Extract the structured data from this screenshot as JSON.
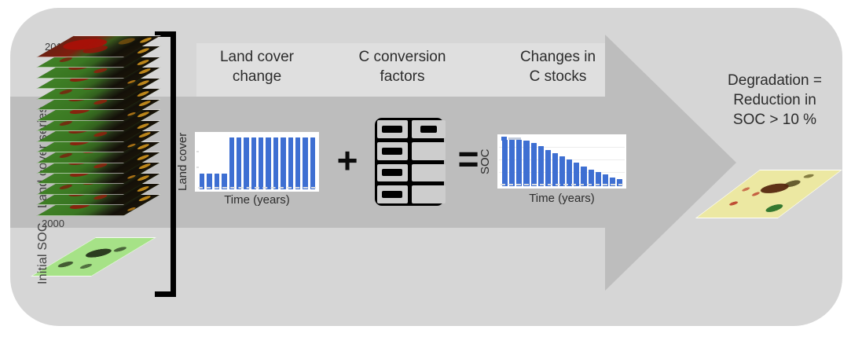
{
  "colors": {
    "page_bg": "#ffffff",
    "panel_bg": "#d6d6d6",
    "titles_backdrop": "#dfdfdf",
    "arrow_gray": "#bdbdbd",
    "bar_blue": "#3e6fd2",
    "text": "#2d2d2d"
  },
  "left_stack": {
    "top_year": "2015",
    "bottom_year": "2000",
    "series_label": "Land cover series",
    "initial_soc_label": "Initial SOC",
    "layer_count": 16
  },
  "pipeline": {
    "step1_lines": [
      "Land cover",
      "change"
    ],
    "step2_lines": [
      "C conversion",
      "factors"
    ],
    "step3_lines": [
      "Changes in",
      "C stocks"
    ],
    "plus": "+",
    "equals": "="
  },
  "result": {
    "lines": [
      "Degradation =",
      "Reduction in",
      "SOC > 10 %"
    ]
  },
  "chart_data": [
    {
      "type": "bar",
      "title": "Land cover change",
      "xlabel": "Time (years)",
      "ylabel": "Land cover",
      "values": [
        31,
        31,
        31,
        31,
        100,
        100,
        100,
        100,
        100,
        100,
        100,
        100,
        100,
        100,
        100,
        100
      ],
      "bar_color": "#3e6fd2",
      "ylim": [
        0,
        105
      ],
      "grid": true,
      "legend": false
    },
    {
      "type": "bar",
      "title": "Changes in C stocks",
      "xlabel": "Time (years)",
      "ylabel": "SOC",
      "values": [
        100,
        100,
        100,
        99,
        93,
        86,
        78,
        71,
        64,
        57,
        50,
        43,
        36,
        30,
        25,
        19,
        15
      ],
      "bar_color": "#3e6fd2",
      "ylim": [
        0,
        105
      ],
      "grid": true,
      "legend": true
    }
  ]
}
